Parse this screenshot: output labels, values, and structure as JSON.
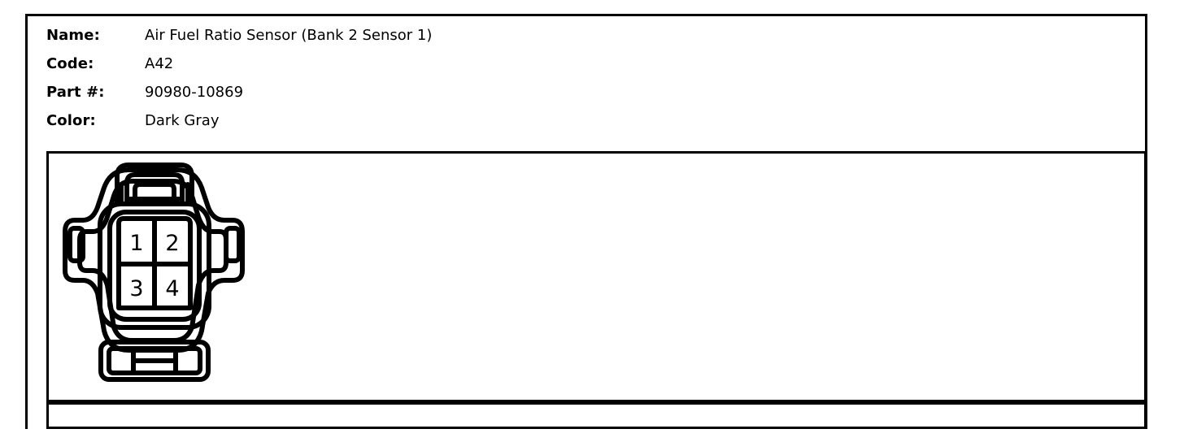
{
  "header": {
    "rows": [
      {
        "label": "Name:",
        "value": "Air Fuel Ratio Sensor (Bank 2 Sensor 1)"
      },
      {
        "label": "Code:",
        "value": "A42"
      },
      {
        "label": "Part #:",
        "value": "90980-10869"
      },
      {
        "label": "Color:",
        "value": "Dark Gray"
      }
    ]
  },
  "diagram": {
    "type": "connector-pinout",
    "description": "4-way automotive connector face view with latch tab on top and mounting flange on bottom",
    "pins": [
      {
        "number": "1",
        "row": 0,
        "col": 0
      },
      {
        "number": "2",
        "row": 0,
        "col": 1
      },
      {
        "number": "3",
        "row": 1,
        "col": 0
      },
      {
        "number": "4",
        "row": 1,
        "col": 1
      }
    ],
    "pin_count": 4
  },
  "colors": {
    "line": "#000000",
    "background": "#ffffff"
  }
}
